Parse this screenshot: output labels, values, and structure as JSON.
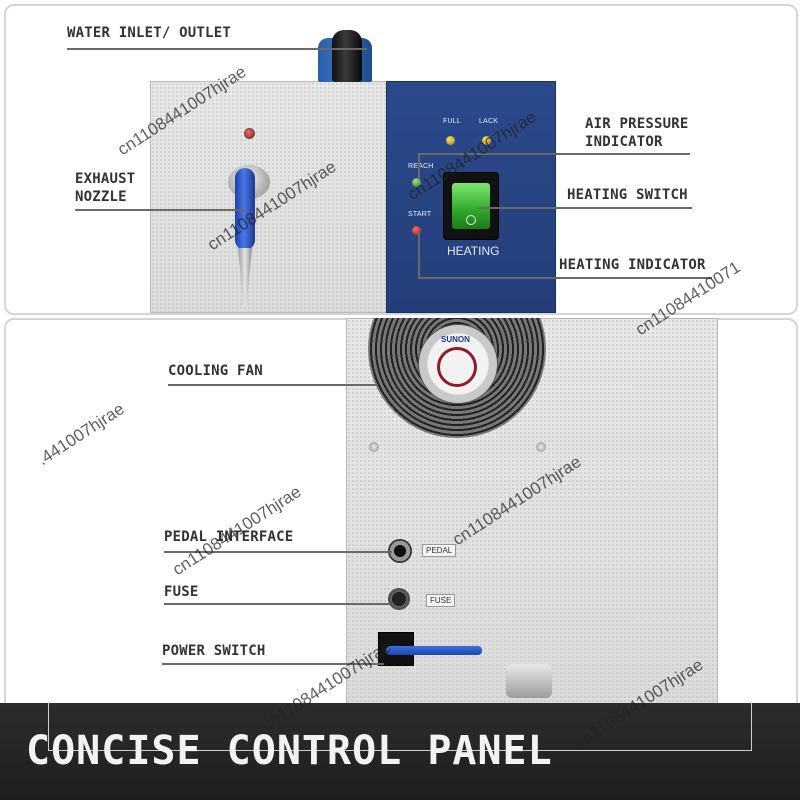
{
  "callouts": {
    "water_inlet_outlet": "WATER INLET/ OUTLET",
    "exhaust_nozzle_line1": "EXHAUST",
    "exhaust_nozzle_line2": "NOZZLE",
    "air_pressure_line1": "AIR PRESSURE",
    "air_pressure_line2": "INDICATOR",
    "heating_switch": "HEATING SWITCH",
    "heating_indicator": "HEATING INDICATOR",
    "cooling_fan": "COOLING FAN",
    "pedal_interface": "PEDAL INTERFACE",
    "fuse": "FUSE",
    "power_switch": "POWER SWITCH"
  },
  "control_plate": {
    "full": "FULL",
    "lack": "LACK",
    "reach": "REACH",
    "start": "START",
    "heating": "HEATING"
  },
  "port_tags": {
    "pedal": "PEDAL",
    "fuse": "FUSE"
  },
  "fan_brand": "SUNON",
  "banner": {
    "title": "CONCISE CONTROL PANEL"
  },
  "watermarks": {
    "full": "cn1108441007hjrae",
    "partial_right": "cn11084410071",
    "partial_left": ".441007hjrae"
  },
  "colors": {
    "plate_blue": "#233e7a",
    "switch_green": "#3fbf3a",
    "led_yellow": "#c9b326",
    "led_green": "#4fae3c",
    "led_red": "#b0221c",
    "nozzle_blue": "#2f55c9",
    "banner_bg": "#222222"
  }
}
